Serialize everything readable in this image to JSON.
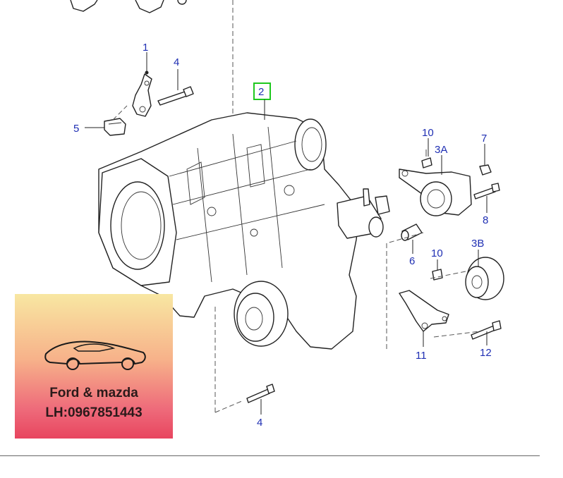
{
  "callouts": {
    "c1": "1",
    "c4a": "4",
    "c5": "5",
    "c2": "2",
    "c10a": "10",
    "c7": "7",
    "c3a": "3A",
    "c8": "8",
    "c6": "6",
    "c10b": "10",
    "c3b": "3B",
    "c11": "11",
    "c12": "12",
    "c4b": "4"
  },
  "promo": {
    "brand": "Ford & mazda",
    "phone": "LH:0967851443"
  },
  "colors": {
    "callout_text": "#1f2fb3",
    "highlight_box": "#1ec81e",
    "promo_top": "#f8e7a2",
    "promo_bottom": "#e8455f"
  }
}
